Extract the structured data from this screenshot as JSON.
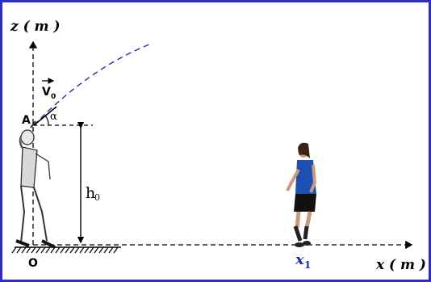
{
  "diagram": {
    "z_axis_label": "z ( m )",
    "x_axis_label": "x ( m )",
    "point_a_label": "A",
    "origin_label": "O",
    "velocity_label": "V",
    "velocity_subscript": "0",
    "angle_label": "α",
    "height_label": "h",
    "height_subscript": "0",
    "x1_label": "x",
    "x1_subscript": "1",
    "colors": {
      "frame": "#2b2bd0",
      "trajectory": "#2b2bb0",
      "x1_label": "#1a2ab8",
      "axes": "#000000",
      "player2_shirt": "#1b4fb0"
    }
  }
}
